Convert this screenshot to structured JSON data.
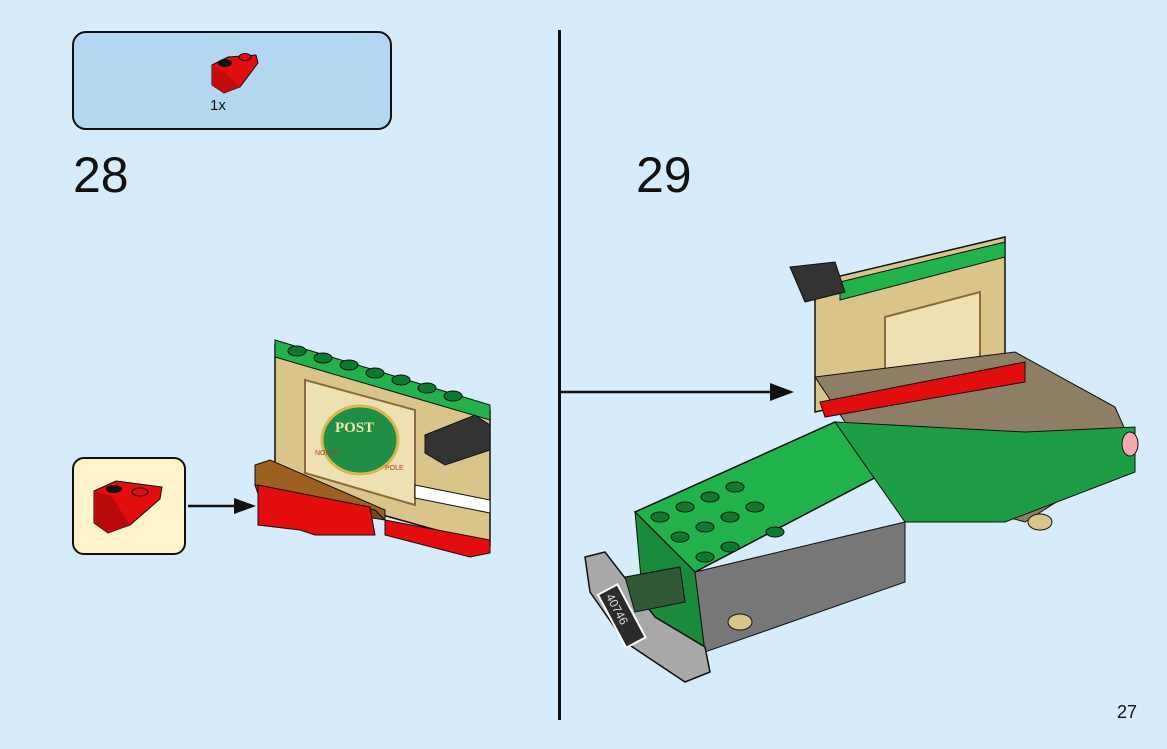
{
  "parts_list": {
    "quantity": "1x",
    "part_icon": "red-inverted-slope-brick"
  },
  "steps": [
    {
      "number": "28",
      "callout_icon": "red-inverted-slope-brick"
    },
    {
      "number": "29"
    }
  ],
  "sign_print": {
    "title": "POST",
    "left": "NORTH",
    "right": "POLE"
  },
  "license_plate": "40746",
  "page_number": "27",
  "colors": {
    "background": "#d6ecfb",
    "parts_box": "#b3d7f1",
    "callout": "#fff3c9",
    "green": "#22b24c",
    "red": "#e30d0d",
    "tan": "#d9c48a"
  }
}
